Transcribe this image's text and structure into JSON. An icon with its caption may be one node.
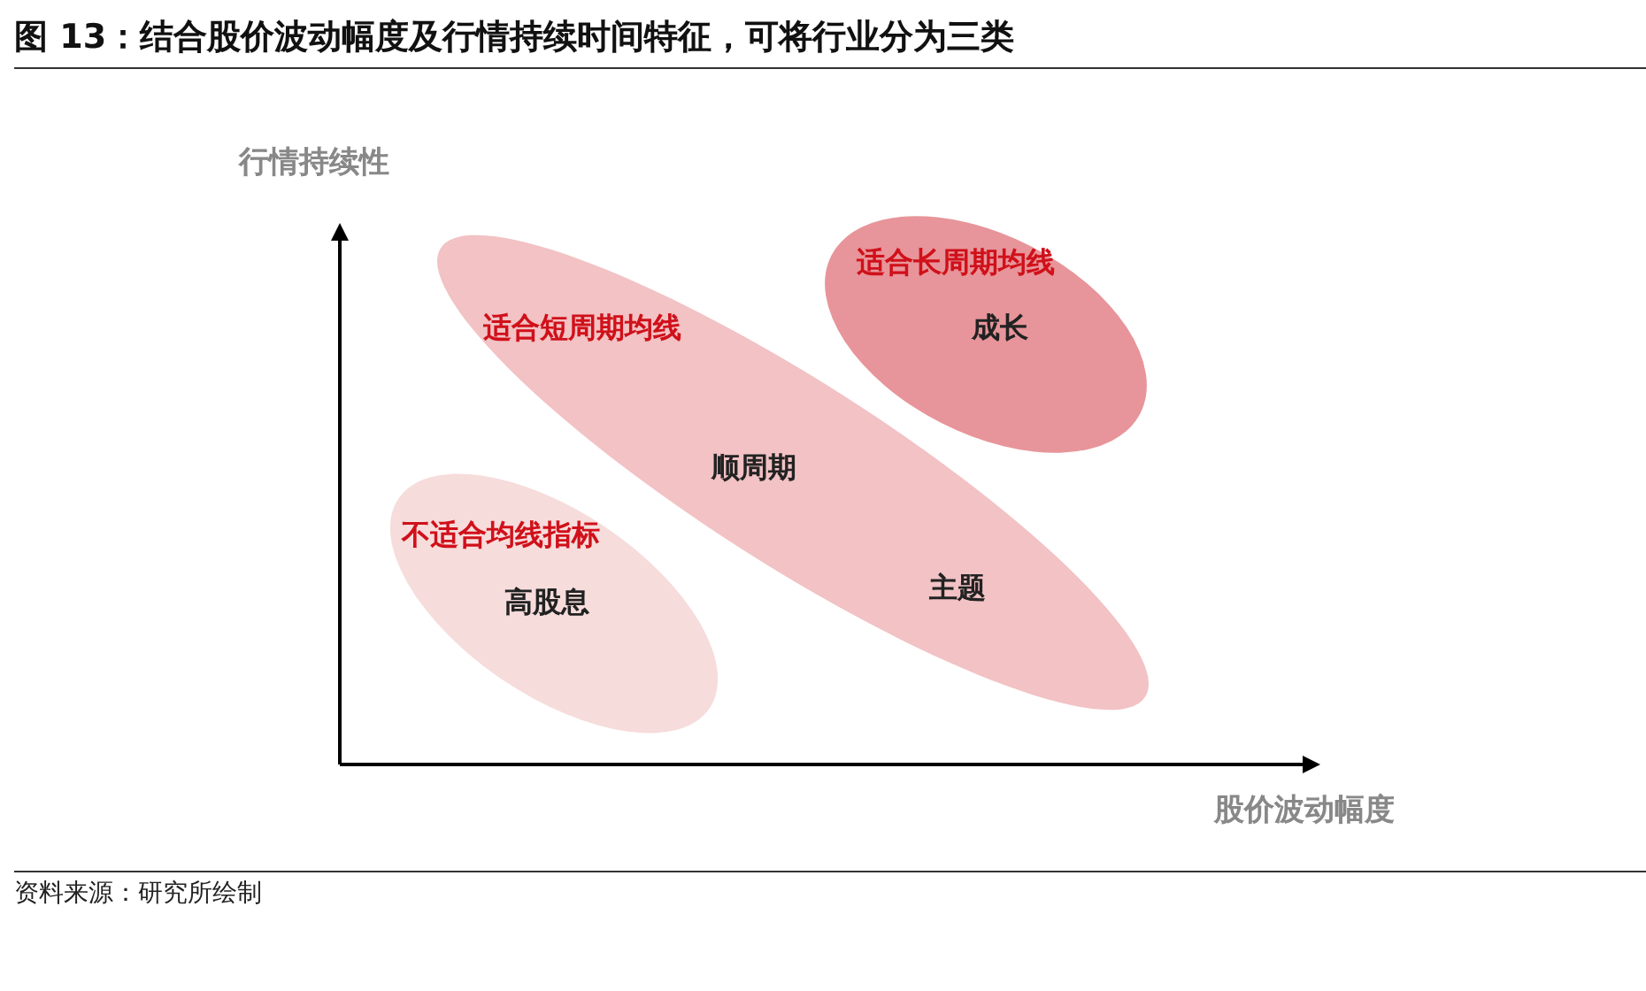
{
  "diagram": {
    "title": "图 13：结合股价波动幅度及行情持续时间特征，可将行业分为三类",
    "caption": "资料来源：研究所绘制",
    "nodes": [
      {
        "text": [
          "适合长周期均线",
          "成长"
        ]
      },
      {
        "text": [
          "适合短周期均线",
          "顺周期",
          "主题"
        ]
      },
      {
        "text": [
          "不适合均线指标",
          "高股息"
        ]
      }
    ],
    "edges": [],
    "labels": [
      "行情持续性",
      "股价波动幅度"
    ]
  }
}
